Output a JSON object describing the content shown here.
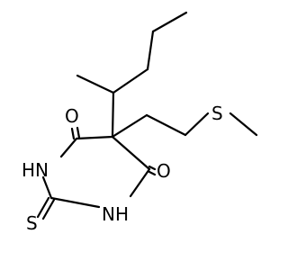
{
  "molecule": {
    "atom_labels": {
      "o_top": "O",
      "o_right": "O",
      "n_left": "HN",
      "n_right": "NH",
      "s_thio": "S",
      "s_chain": "S"
    },
    "colors": {
      "bond": "#000000",
      "text": "#000000",
      "background": "#ffffff"
    }
  }
}
